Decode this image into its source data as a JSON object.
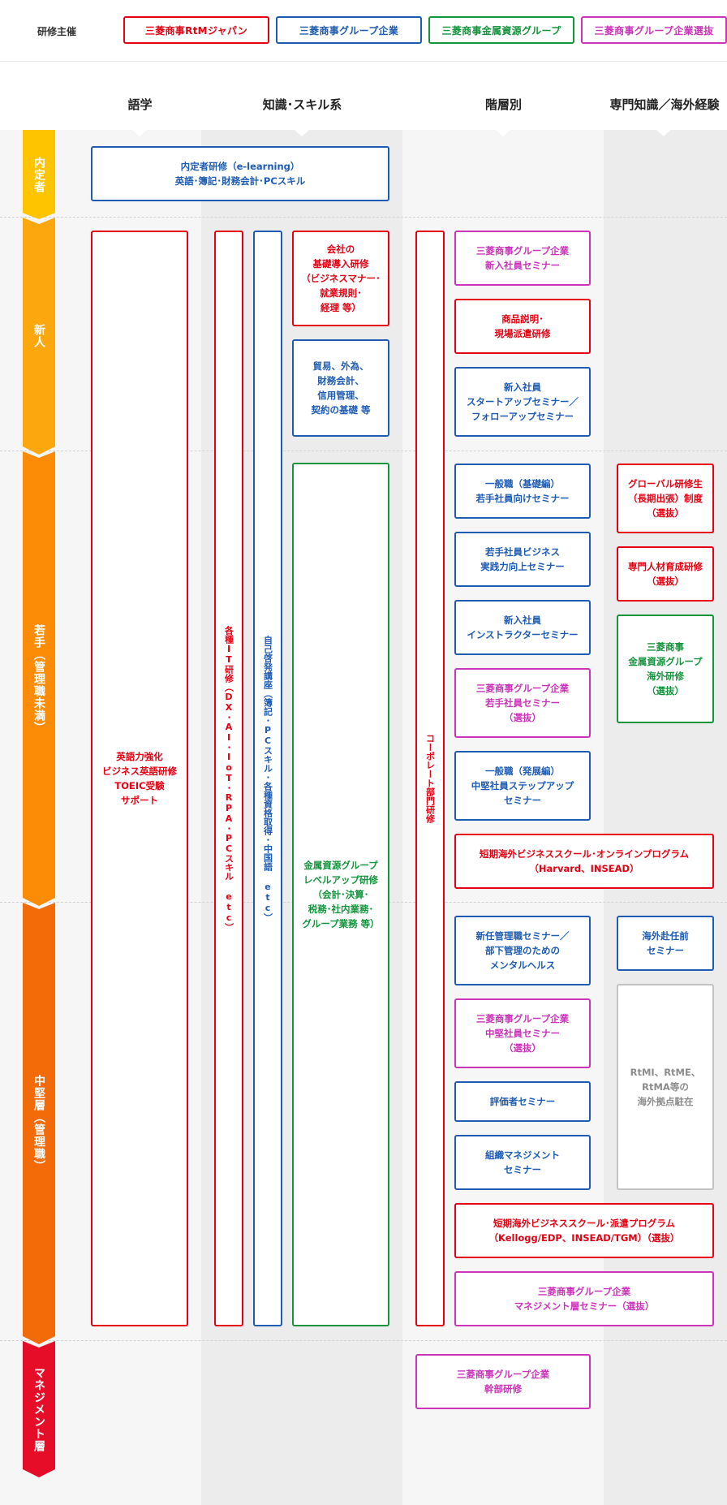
{
  "header": {
    "sponsor_label": "研修主催",
    "legend": [
      {
        "label": "三菱商事RtMジャパン",
        "color": "#e50012"
      },
      {
        "label": "三菱商事グループ企業",
        "color": "#1e5cb3"
      },
      {
        "label": "三菱商事金属資源グループ",
        "color": "#14943c"
      },
      {
        "label": "三菱商事グループ企業選抜",
        "color": "#cc33bb"
      }
    ]
  },
  "columns": [
    "語学",
    "知識･スキル系",
    "階層別",
    "専門知識／海外経験"
  ],
  "stages": [
    "内定者",
    "新人",
    "若手（管理職未満）",
    "中堅層（管理職）",
    "マネジメント層"
  ],
  "stage_colors": [
    "#ffc400",
    "#fda70f",
    "#fc8c05",
    "#f36a08",
    "#e60d28"
  ],
  "programs": {
    "naitei": "内定者研修（e-learning）\n英語･簿記･財務会計･PCスキル",
    "english": "英語力強化\nビジネス英語研修\nTOEIC受験\nサポート",
    "it": "各種IT研修（DX･AI･IoT･RPA･PCスキル etc）",
    "self_dev": "自己啓発講座（簿記･PCスキル･各種資格取得･中国語 etc）",
    "intro": "会社の\n基礎導入研修\n（ビジネスマナー･\n就業規則･\n経理 等）",
    "trade": "貿易、外為、\n財務会計、\n信用管理、\n契約の基礎 等",
    "metal_levelup": "金属資源グループ\nレベルアップ研修\n（会計･決算･\n税務･社内業務･\nグループ業務 等）",
    "corporate": "コーポレート部門研修",
    "grp_newhire": "三菱商事グループ企業\n新入社員セミナー",
    "product": "商品説明･\n現場派遣研修",
    "startup": "新入社員\nスタートアップセミナー／\nフォローアップセミナー",
    "general_basic": "一般職（基礎編）\n若手社員向けセミナー",
    "young_biz": "若手社員ビジネス\n実践力向上セミナー",
    "instructor": "新入社員\nインストラクターセミナー",
    "grp_young": "三菱商事グループ企業\n若手社員セミナー\n（選抜）",
    "general_adv": "一般職（発展編）\n中堅社員ステップアップ\nセミナー",
    "short_online": "短期海外ビジネススクール･オンラインプログラム\n（Harvard、INSEAD）",
    "global_trainee": "グローバル研修生\n（長期出張）制度\n（選抜）",
    "specialist": "専門人材育成研修\n（選抜）",
    "metal_overseas": "三菱商事\n金属資源グループ\n海外研修\n（選抜）",
    "new_manager": "新任管理職セミナー／\n部下管理のための\nメンタルヘルス",
    "grp_mid": "三菱商事グループ企業\n中堅社員セミナー\n（選抜）",
    "evaluator": "評価者セミナー",
    "org_mgmt": "組織マネジメント\nセミナー",
    "short_dispatch": "短期海外ビジネススクール･派遣プログラム\n（Kellogg/EDP、INSEAD/TGM）（選抜）",
    "grp_mgmt": "三菱商事グループ企業\nマネジメント層セミナー（選抜）",
    "pre_overseas": "海外赴任前\nセミナー",
    "overseas_post": "RtMI、RtME、\nRtMA等の\n海外拠点駐在",
    "grp_exec": "三菱商事グループ企業\n幹部研修"
  }
}
